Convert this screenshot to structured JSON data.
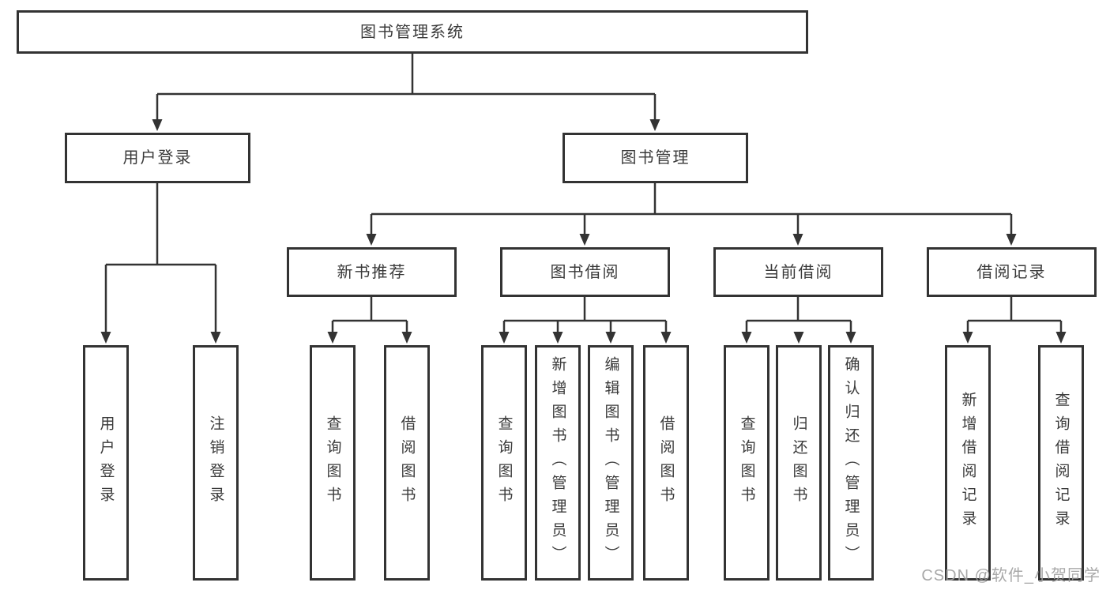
{
  "diagram": {
    "type": "hierarchy-tree",
    "orientation": "top-down",
    "tree": {
      "label": "图书管理系统",
      "children": [
        {
          "label": "用户登录",
          "children": [
            {
              "label": "用户登录"
            },
            {
              "label": "注销登录"
            }
          ]
        },
        {
          "label": "图书管理",
          "children": [
            {
              "label": "新书推荐",
              "children": [
                {
                  "label": "查询图书"
                },
                {
                  "label": "借阅图书"
                }
              ]
            },
            {
              "label": "图书借阅",
              "children": [
                {
                  "label": "查询图书"
                },
                {
                  "label": "新增图书（管理员）"
                },
                {
                  "label": "编辑图书（管理员）"
                },
                {
                  "label": "借阅图书"
                }
              ]
            },
            {
              "label": "当前借阅",
              "children": [
                {
                  "label": "查询图书"
                },
                {
                  "label": "归还图书"
                },
                {
                  "label": "确认归还（管理员）"
                }
              ]
            },
            {
              "label": "借阅记录",
              "children": [
                {
                  "label": "新增借阅记录"
                },
                {
                  "label": "查询借阅记录"
                }
              ]
            }
          ]
        }
      ]
    }
  },
  "watermark": "CSDN @软件_小贺同学",
  "colors": {
    "line": "#333333",
    "box_border": "#333333",
    "text": "#3a3a3a",
    "background": "#ffffff",
    "watermark": "#9e9e9e"
  }
}
